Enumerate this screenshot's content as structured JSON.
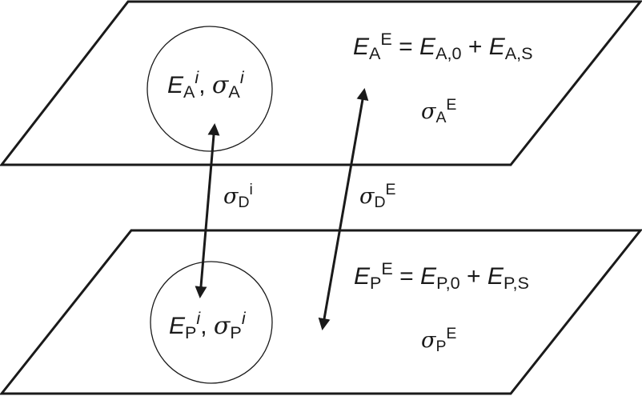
{
  "upper_plane": {
    "circle_E": "E",
    "circle_E_sub": "A",
    "circle_E_sup": "i",
    "circle_sep": ",",
    "circle_sigma": "σ",
    "circle_sigma_sub": "A",
    "circle_sigma_sup": "i",
    "energy_E": "E",
    "energy_E_sub": "A",
    "energy_E_sup": "E",
    "energy_eq": "=",
    "energy_t1": "E",
    "energy_t1_sub": "A,0",
    "energy_plus": "+",
    "energy_t2": "E",
    "energy_t2_sub": "A,S",
    "sigma": "σ",
    "sigma_sub": "A",
    "sigma_sup": "E"
  },
  "lower_plane": {
    "circle_E": "E",
    "circle_E_sub": "P",
    "circle_E_sup": "i",
    "circle_sep": ",",
    "circle_sigma": "σ",
    "circle_sigma_sub": "P",
    "circle_sigma_sup": "i",
    "energy_E": "E",
    "energy_E_sub": "P",
    "energy_E_sup": "E",
    "energy_eq": "=",
    "energy_t1": "E",
    "energy_t1_sub": "P,0",
    "energy_plus": "+",
    "energy_t2": "E",
    "energy_t2_sub": "P,S",
    "sigma": "σ",
    "sigma_sub": "P",
    "sigma_sup": "E"
  },
  "interplane": {
    "local_sigma": "σ",
    "local_sigma_sub": "D",
    "local_sigma_sup": "i",
    "global_sigma": "σ",
    "global_sigma_sub": "D",
    "global_sigma_sup": "E"
  },
  "colors": {
    "stroke": "#1a1a1a",
    "background": "#ffffff"
  }
}
